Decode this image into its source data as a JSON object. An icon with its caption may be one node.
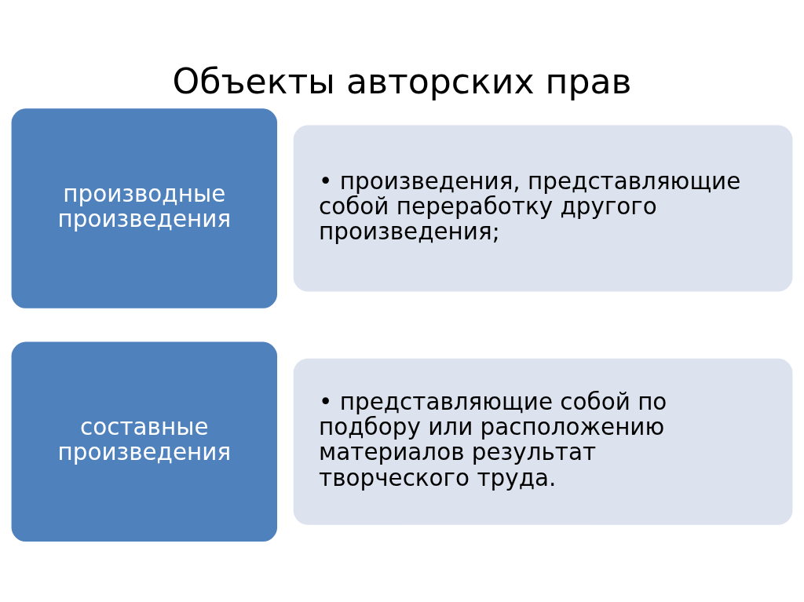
{
  "diagram": {
    "title": "Объекты авторских прав",
    "nodes": [
      {
        "text": [
          "производные произведения"
        ]
      },
      {
        "text": [
          "• произведения, представляющие собой переработку другого произведения;"
        ]
      },
      {
        "text": [
          "составные произведения"
        ]
      },
      {
        "text": [
          "• представляющие собой по подбору или расположению материалов результат творческого труда."
        ]
      }
    ]
  }
}
